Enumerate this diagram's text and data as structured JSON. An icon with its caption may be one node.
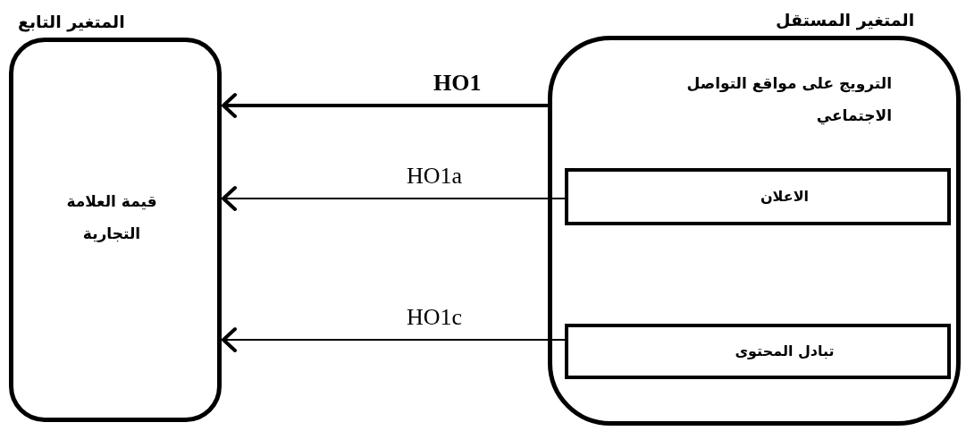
{
  "diagram": {
    "nodes": [
      {
        "text": [
          "المتغير التابع",
          "قيمة العلامة التجارية"
        ]
      },
      {
        "text": [
          "المتغير المستقل",
          "الترويج على مواقع التواصل الاجتماعي"
        ]
      },
      {
        "text": [
          "الاعلان"
        ],
        "in": 1
      },
      {
        "text": [
          "تبادل المحتوى"
        ],
        "in": 1
      }
    ],
    "edges": [
      {
        "from": 1,
        "to": 0,
        "arrow": "to",
        "label": "HO1",
        "style": "thick"
      },
      {
        "from": 2,
        "to": 0,
        "arrow": "to",
        "label": "HO1a"
      },
      {
        "from": 3,
        "to": 0,
        "arrow": "to",
        "label": "HO1c"
      }
    ]
  }
}
